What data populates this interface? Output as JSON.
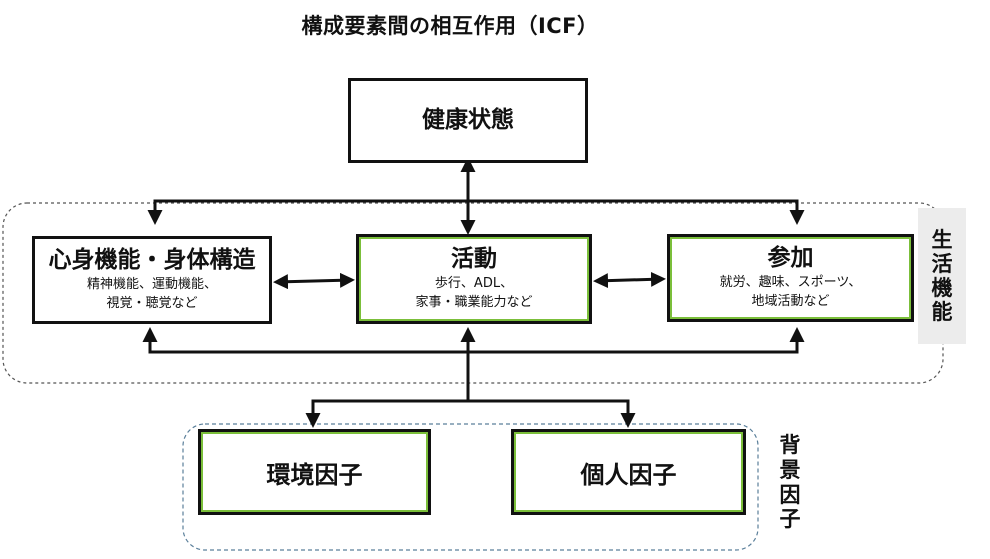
{
  "title": "構成要素間の相互作用（ICF）",
  "boxes": {
    "health": {
      "title": "健康状態"
    },
    "body_functions": {
      "title": "心身機能・身体構造",
      "sub1": "精神機能、運動機能、",
      "sub2": "視覚・聴覚など"
    },
    "activity": {
      "title": "活動",
      "sub1": "歩行、ADL、",
      "sub2": "家事・職業能力など"
    },
    "participation": {
      "title": "参加",
      "sub1": "就労、趣味、スポーツ、",
      "sub2": "地域活動など"
    },
    "environmental": {
      "title": "環境因子"
    },
    "personal": {
      "title": "個人因子"
    }
  },
  "groups": {
    "life_functioning": [
      "生",
      "活",
      "機",
      "能"
    ],
    "background_factors": [
      "背",
      "景",
      "因",
      "子"
    ]
  },
  "colors": {
    "frame_green": "#7bbf3a",
    "line": "#111111",
    "side_panel": "#ececec"
  }
}
